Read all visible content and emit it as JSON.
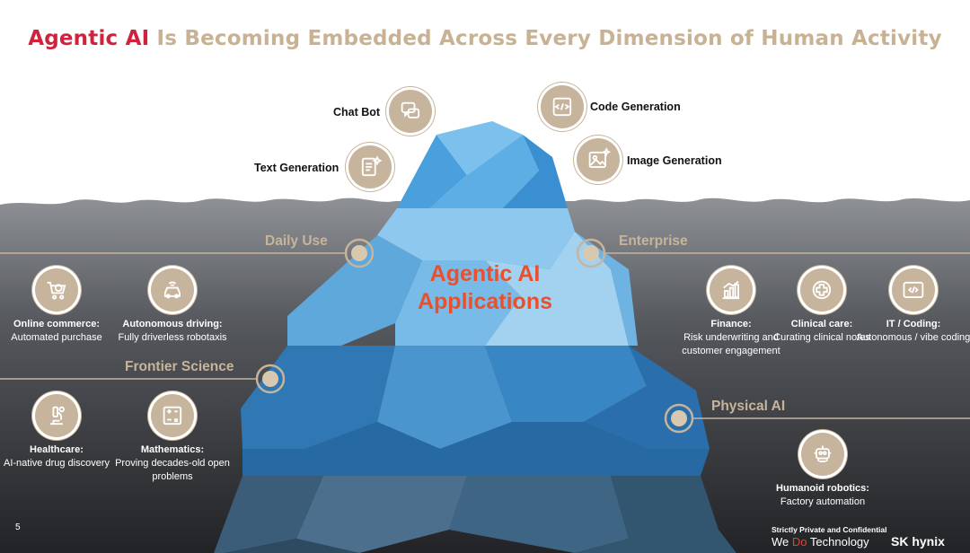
{
  "title": {
    "highlight": "Agentic AI",
    "rest": " Is Becoming Embedded Across Every Dimension of Human Activity"
  },
  "center_label": [
    "Agentic AI",
    "Applications"
  ],
  "tip": {
    "chat_bot": "Chat Bot",
    "code_generation": "Code Generation",
    "text_generation": "Text Generation",
    "image_generation": "Image Generation"
  },
  "sections": {
    "daily_use": "Daily Use",
    "enterprise": "Enterprise",
    "frontier_science": "Frontier Science",
    "physical_ai": "Physical AI"
  },
  "items": {
    "online_commerce": {
      "title": "Online commerce:",
      "desc": "Automated purchase"
    },
    "autonomous_driving": {
      "title": "Autonomous driving:",
      "desc": "Fully driverless robotaxis"
    },
    "finance": {
      "title": "Finance:",
      "desc": "Risk underwriting and customer engagement"
    },
    "clinical_care": {
      "title": "Clinical care:",
      "desc": "Curating clinical notes"
    },
    "it_coding": {
      "title": "IT / Coding:",
      "desc": "Autonomous / vibe coding"
    },
    "healthcare": {
      "title": "Healthcare:",
      "desc": "AI-native drug discovery"
    },
    "mathematics": {
      "title": "Mathematics:",
      "desc": "Proving decades-old open problems"
    },
    "humanoid_robotics": {
      "title": "Humanoid robotics:",
      "desc": "Factory automation"
    }
  },
  "footer": {
    "page_number": "5",
    "confidential": "Strictly Private and Confidential",
    "tagline_pre": "We ",
    "tagline_do": "Do",
    "tagline_post": " Technology",
    "brand": "SK hynix"
  },
  "colors": {
    "title_highlight": "#d0223d",
    "title_rest": "#c9b293",
    "accent_tan": "#c6b49c",
    "center_label": "#e8502e",
    "ice_light": "#74b8e8",
    "ice_dark": "#1f5f92"
  }
}
